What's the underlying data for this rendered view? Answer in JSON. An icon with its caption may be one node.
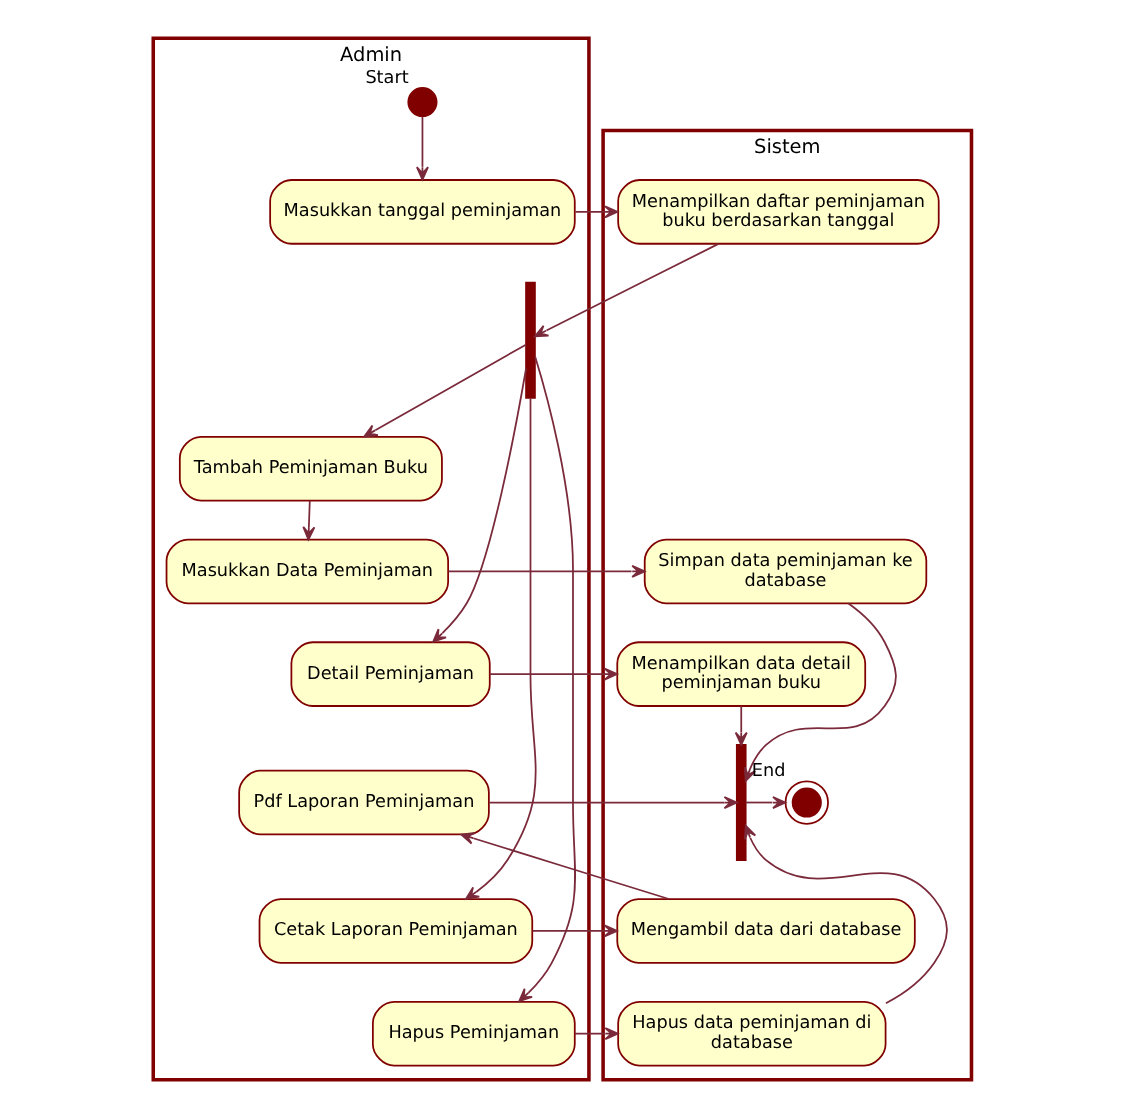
{
  "diagram": {
    "nodes": [
      {
        "text": [
          "Admin"
        ]
      },
      {
        "text": [
          "Sistem"
        ]
      },
      {
        "text": [],
        "shape": "circle",
        "in": 0,
        "beside": [
          "Start"
        ]
      },
      {
        "text": [
          "Masukkan tanggal peminjaman"
        ],
        "in": 0
      },
      {
        "text": [
          "Menampilkan daftar peminjaman buku berdasarkan tanggal"
        ],
        "in": 1
      },
      {
        "text": [],
        "shape": "bar",
        "in": 0
      },
      {
        "text": [
          "Tambah Peminjaman Buku"
        ],
        "in": 0
      },
      {
        "text": [
          "Masukkan Data Peminjaman"
        ],
        "in": 0
      },
      {
        "text": [
          "Simpan data peminjaman ke database"
        ],
        "in": 1
      },
      {
        "text": [
          "Detail Peminjaman"
        ],
        "in": 0
      },
      {
        "text": [
          "Menampilkan data detail peminjaman buku"
        ],
        "in": 1
      },
      {
        "text": [],
        "shape": "bar",
        "in": 1
      },
      {
        "text": [
          "Pdf Laporan Peminjaman"
        ],
        "in": 0
      },
      {
        "text": [],
        "shape": "circle",
        "in": 1,
        "beside": [
          "End"
        ]
      },
      {
        "text": [
          "Cetak Laporan Peminjaman"
        ],
        "in": 0
      },
      {
        "text": [
          "Mengambil data dari database"
        ],
        "in": 1
      },
      {
        "text": [
          "Hapus Peminjaman"
        ],
        "in": 0
      },
      {
        "text": [
          "Hapus data peminjaman di database"
        ],
        "in": 1
      }
    ],
    "edges": [
      {
        "from": 2,
        "to": 3,
        "arrow": "to"
      },
      {
        "from": 3,
        "to": 4,
        "arrow": "to"
      },
      {
        "from": 4,
        "to": 5,
        "arrow": "to"
      },
      {
        "from": 5,
        "to": 6,
        "arrow": "to"
      },
      {
        "from": 6,
        "to": 7,
        "arrow": "to"
      },
      {
        "from": 7,
        "to": 8,
        "arrow": "to"
      },
      {
        "from": 5,
        "to": 9,
        "arrow": "to"
      },
      {
        "from": 5,
        "to": 14,
        "arrow": "to"
      },
      {
        "from": 5,
        "to": 16,
        "arrow": "to"
      },
      {
        "from": 9,
        "to": 10,
        "arrow": "to"
      },
      {
        "from": 14,
        "to": 15,
        "arrow": "to"
      },
      {
        "from": 15,
        "to": 12,
        "arrow": "to"
      },
      {
        "from": 16,
        "to": 17,
        "arrow": "to"
      },
      {
        "from": 8,
        "to": 11,
        "arrow": "to"
      },
      {
        "from": 10,
        "to": 11,
        "arrow": "to"
      },
      {
        "from": 12,
        "to": 11,
        "arrow": "to"
      },
      {
        "from": 17,
        "to": 11,
        "arrow": "to"
      },
      {
        "from": 11,
        "to": 13,
        "arrow": "to"
      }
    ]
  }
}
